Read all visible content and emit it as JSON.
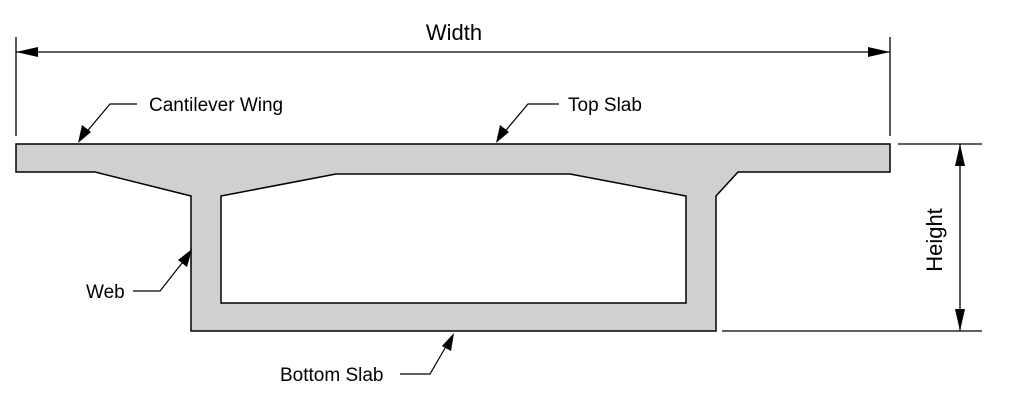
{
  "labels": {
    "width": "Width",
    "height": "Height",
    "cantilever_wing": "Cantilever Wing",
    "top_slab": "Top Slab",
    "web": "Web",
    "bottom_slab": "Bottom Slab"
  },
  "colors": {
    "section_fill": "#d0d0d0",
    "line": "#000000",
    "background": "#ffffff"
  }
}
